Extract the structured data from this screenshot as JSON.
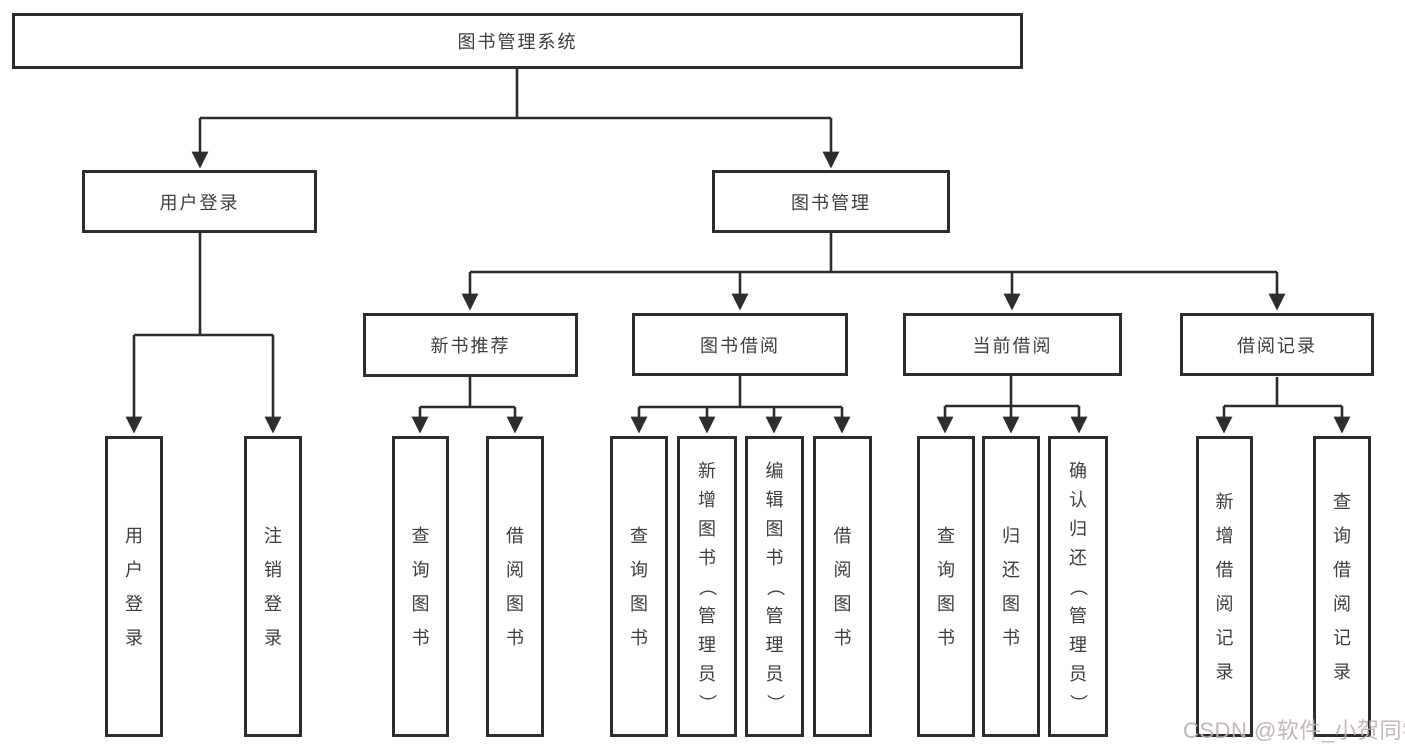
{
  "colors": {
    "line": "#2d2d2d",
    "box_border": "#2d2d2d",
    "text": "#3d3d3d",
    "watermark_text": "#c0b1b1"
  },
  "diagram": {
    "root": "图书管理系统",
    "level1": {
      "user_login": "用户登录",
      "book_mgmt": "图书管理"
    },
    "level2": {
      "new_rec": "新书推荐",
      "book_borrow": "图书借阅",
      "cur_borrow": "当前借阅",
      "borrow_hist": "借阅记录"
    },
    "leaves": {
      "login_user": "用户登录",
      "login_logout": "注销登录",
      "rec_query": "查询图书",
      "rec_borrow": "借阅图书",
      "bor_query": "查询图书",
      "bor_add": "新增图书（管理员）",
      "bor_edit": "编辑图书（管理员）",
      "bor_borrow": "借阅图书",
      "cur_query": "查询图书",
      "cur_return": "归还图书",
      "cur_confirm": "确认归还（管理员）",
      "hist_add": "新增借阅记录",
      "hist_query": "查询借阅记录"
    }
  },
  "watermark": "CSDN @软件_小贺同学"
}
